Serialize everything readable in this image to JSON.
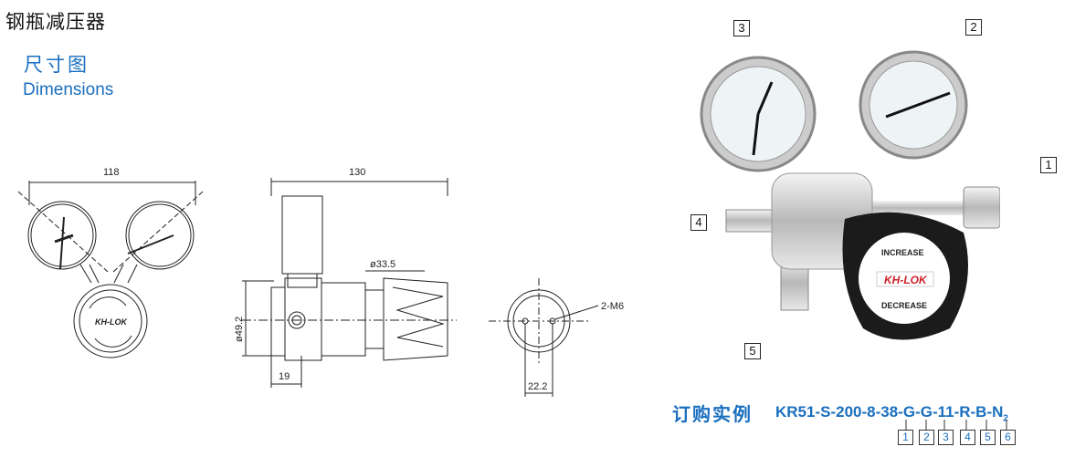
{
  "header": {
    "title": "钢瓶减压器",
    "section_cn": "尺寸图",
    "section_en": "Dimensions"
  },
  "drawing": {
    "front_width": "118",
    "side_length": "130",
    "body_diameter": "ø33.5",
    "panel_diameter": "ø49.2",
    "offset": "19",
    "mount_holes": "2-M6",
    "hole_spacing": "22.2",
    "brand": "KH-LOK"
  },
  "photo": {
    "callouts": [
      "1",
      "2",
      "3",
      "4",
      "5"
    ],
    "knob_top": "INCREASE",
    "knob_bottom": "DECREASE",
    "knob_brand": "KH-LOK"
  },
  "order": {
    "label": "订购实例",
    "code": "KR51-S-200-8-38-G-G-11-R-B-N",
    "code_sub": "2",
    "positions": [
      "1",
      "2",
      "3",
      "4",
      "5",
      "6"
    ]
  },
  "colors": {
    "accent": "#1a6fbf",
    "brand_red": "#d0202a"
  }
}
